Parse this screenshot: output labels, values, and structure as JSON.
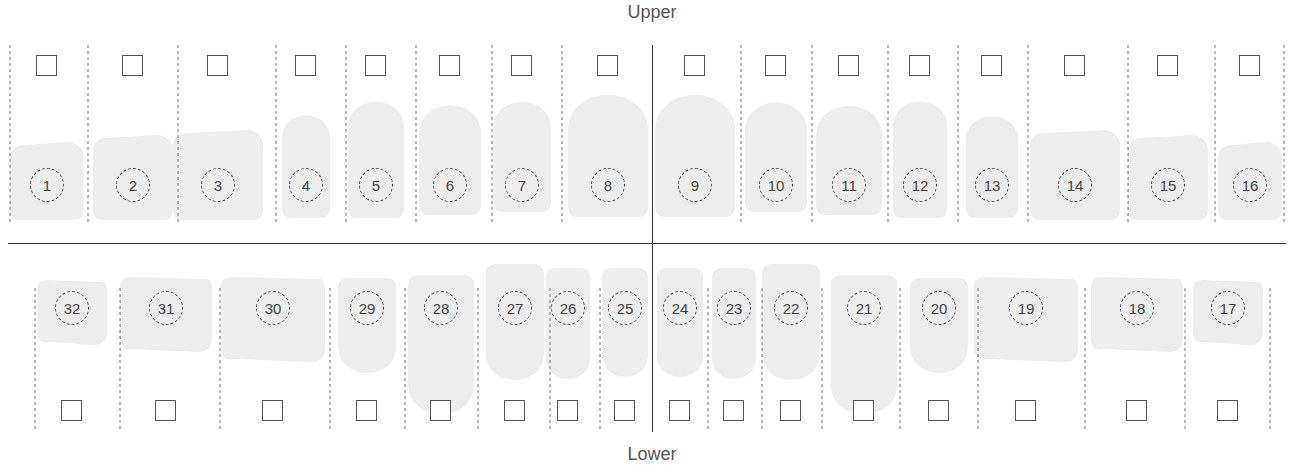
{
  "diagram": {
    "nodes": [
      {
        "text": [
          "1"
        ]
      },
      {
        "text": [
          "2"
        ]
      },
      {
        "text": [
          "3"
        ]
      },
      {
        "text": [
          "4"
        ]
      },
      {
        "text": [
          "5"
        ]
      },
      {
        "text": [
          "6"
        ]
      },
      {
        "text": [
          "7"
        ]
      },
      {
        "text": [
          "8"
        ]
      },
      {
        "text": [
          "9"
        ]
      },
      {
        "text": [
          "10"
        ]
      },
      {
        "text": [
          "11"
        ]
      },
      {
        "text": [
          "12"
        ]
      },
      {
        "text": [
          "13"
        ]
      },
      {
        "text": [
          "14"
        ]
      },
      {
        "text": [
          "15"
        ]
      },
      {
        "text": [
          "16"
        ]
      },
      {
        "text": [
          "32"
        ]
      },
      {
        "text": [
          "31"
        ]
      },
      {
        "text": [
          "30"
        ]
      },
      {
        "text": [
          "29"
        ]
      },
      {
        "text": [
          "28"
        ]
      },
      {
        "text": [
          "27"
        ]
      },
      {
        "text": [
          "26"
        ]
      },
      {
        "text": [
          "25"
        ]
      },
      {
        "text": [
          "24"
        ]
      },
      {
        "text": [
          "23"
        ]
      },
      {
        "text": [
          "22"
        ]
      },
      {
        "text": [
          "21"
        ]
      },
      {
        "text": [
          "20"
        ]
      },
      {
        "text": [
          "19"
        ]
      },
      {
        "text": [
          "18"
        ]
      },
      {
        "text": [
          "17"
        ]
      }
    ],
    "labels": [
      "Upper",
      "Lower"
    ]
  }
}
